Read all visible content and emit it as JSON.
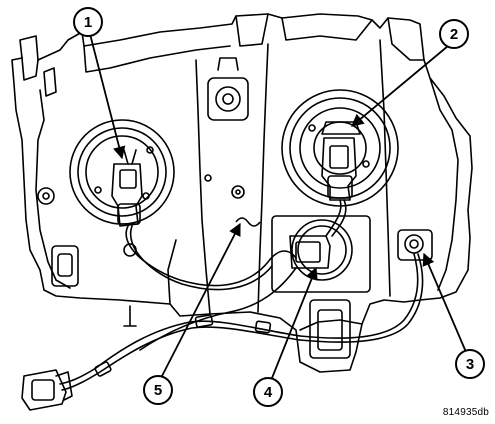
{
  "callouts": [
    {
      "label": "1"
    },
    {
      "label": "2"
    },
    {
      "label": "3"
    },
    {
      "label": "4"
    },
    {
      "label": "5"
    }
  ],
  "figure_id": "814935db",
  "colors": {
    "line": "#000000",
    "background": "#ffffff"
  }
}
